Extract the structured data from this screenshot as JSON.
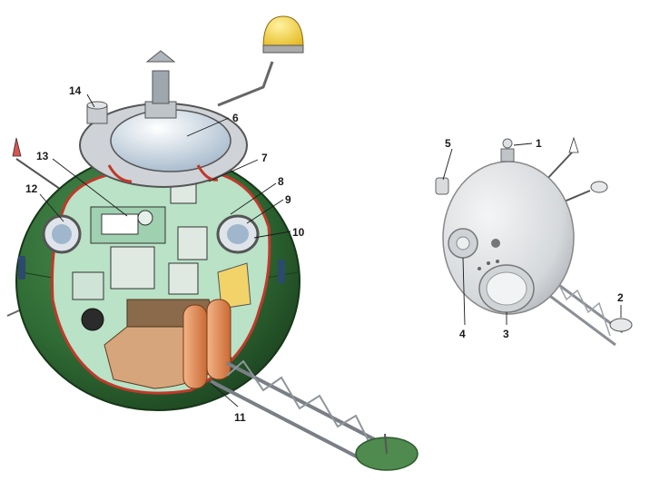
{
  "colors": {
    "hull_green": "#2f6b34",
    "hull_dark": "#1f4a23",
    "cabin_mint": "#b9e2c6",
    "cabin_edge": "#c0392b",
    "metal": "#c9ccd0",
    "beacon_yellow": "#f5d33a",
    "seat_orange": "#e8935a",
    "ext_sphere": "#d9dbdd"
  },
  "labels": {
    "main": [
      "14",
      "6",
      "13",
      "7",
      "12",
      "8",
      "9",
      "10",
      "11"
    ],
    "side": [
      "5",
      "1",
      "2",
      "4",
      "3"
    ]
  }
}
